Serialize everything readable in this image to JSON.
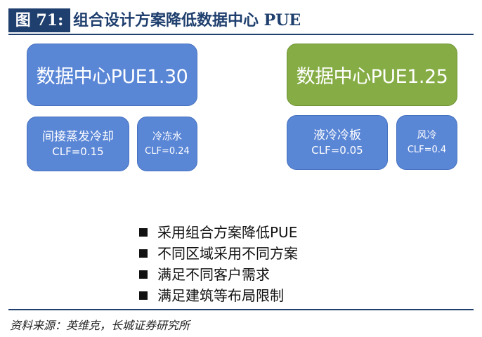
{
  "figure": {
    "number": "图 71:",
    "title": "组合设计方案降低数据中心 PUE",
    "source": "资料来源：英维克，长城证券研究所"
  },
  "colors": {
    "box_blue": "#5a86d6",
    "box_green": "#86ad45",
    "heading": "#1f3f6e"
  },
  "left_group": {
    "main": "数据中心PUE1.30",
    "components": [
      {
        "name": "间接蒸发冷却",
        "clf": "CLF=0.15"
      },
      {
        "name": "冷冻水",
        "clf": "CLF=0.24"
      }
    ]
  },
  "right_group": {
    "main": "数据中心PUE1.25",
    "components": [
      {
        "name": "液冷冷板",
        "clf": "CLF=0.05"
      },
      {
        "name": "风冷",
        "clf": "CLF=0.4"
      }
    ]
  },
  "bullets": [
    "采用组合方案降低PUE",
    "不同区域采用不同方案",
    "满足不同客户需求",
    "满足建筑等布局限制"
  ]
}
